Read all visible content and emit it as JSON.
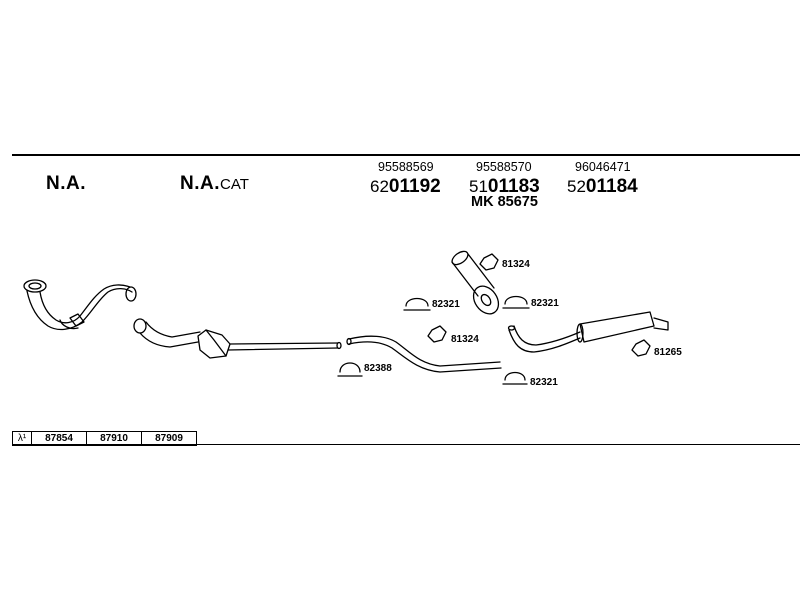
{
  "header": {
    "left_label": "N.A.",
    "middle_label_main": "N.A.",
    "middle_label_suffix": "CAT"
  },
  "parts": [
    {
      "oe_number": "95588569",
      "prefix": "62",
      "number": "01192",
      "extra": ""
    },
    {
      "oe_number": "95588570",
      "prefix": "51",
      "number": "01183",
      "extra": "MK 85675"
    },
    {
      "oe_number": "96046471",
      "prefix": "52",
      "number": "01184",
      "extra": ""
    }
  ],
  "callouts": {
    "c1": "81324",
    "c2": "82321",
    "c3": "82321",
    "c4": "81324",
    "c5": "82388",
    "c6": "82321",
    "c7": "81265"
  },
  "sensors": {
    "lambda_symbol": "λ¹",
    "values": [
      "87854",
      "87910",
      "87909"
    ]
  }
}
